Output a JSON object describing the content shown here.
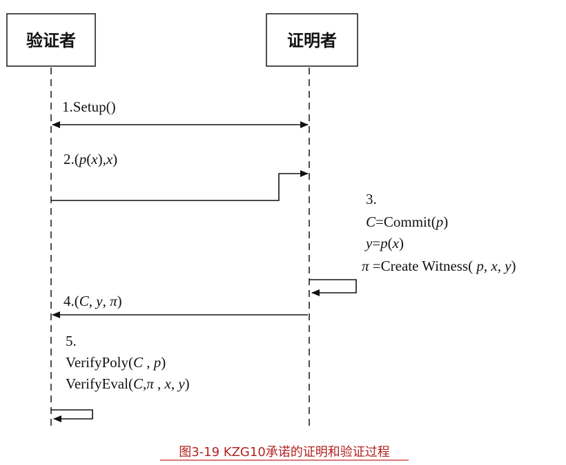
{
  "actors": {
    "verifier": "验证者",
    "prover": "证明者"
  },
  "messages": {
    "m1": {
      "num": "1.",
      "name": "Setup()"
    },
    "m2": {
      "num": "2.",
      "open": "(",
      "p": "p",
      "x": "x",
      "close": ")",
      "sep": ",",
      "x2": "x",
      "end": ")"
    },
    "m3": {
      "num": "3.",
      "line1_C": "C",
      "line1_rest": "=Commit(",
      "line1_p": "p",
      "line1_end": ")",
      "line2_y": "y",
      "line2_eq": "=",
      "line2_p": "p",
      "line2_open": "(",
      "line2_x": "x",
      "line2_end": ")",
      "line3_pi": "π",
      "line3_rest": " =Create Witness( ",
      "line3_p": "p",
      "line3_c1": ", ",
      "line3_x": "x",
      "line3_c2": ", ",
      "line3_y": "y",
      "line3_end": ")"
    },
    "m4": {
      "num": "4.",
      "open": "(",
      "C": "C",
      "c1": ", ",
      "y": "y",
      "c2": ", ",
      "pi": "π",
      "end": ")"
    },
    "m5": {
      "num": "5.",
      "line1_a": "VerifyPoly(",
      "line1_C": "C",
      "line1_b": " , ",
      "line1_p": "p",
      "line1_end": ")",
      "line2_a": "VerifyEval(",
      "line2_C": "C",
      "line2_c0": ",",
      "line2_pi": "π",
      "line2_c1": " , ",
      "line2_x": "x",
      "line2_c2": ", ",
      "line2_y": "y",
      "line2_end": ")"
    }
  },
  "caption": "图3-19 KZG10承诺的证明和验证过程"
}
